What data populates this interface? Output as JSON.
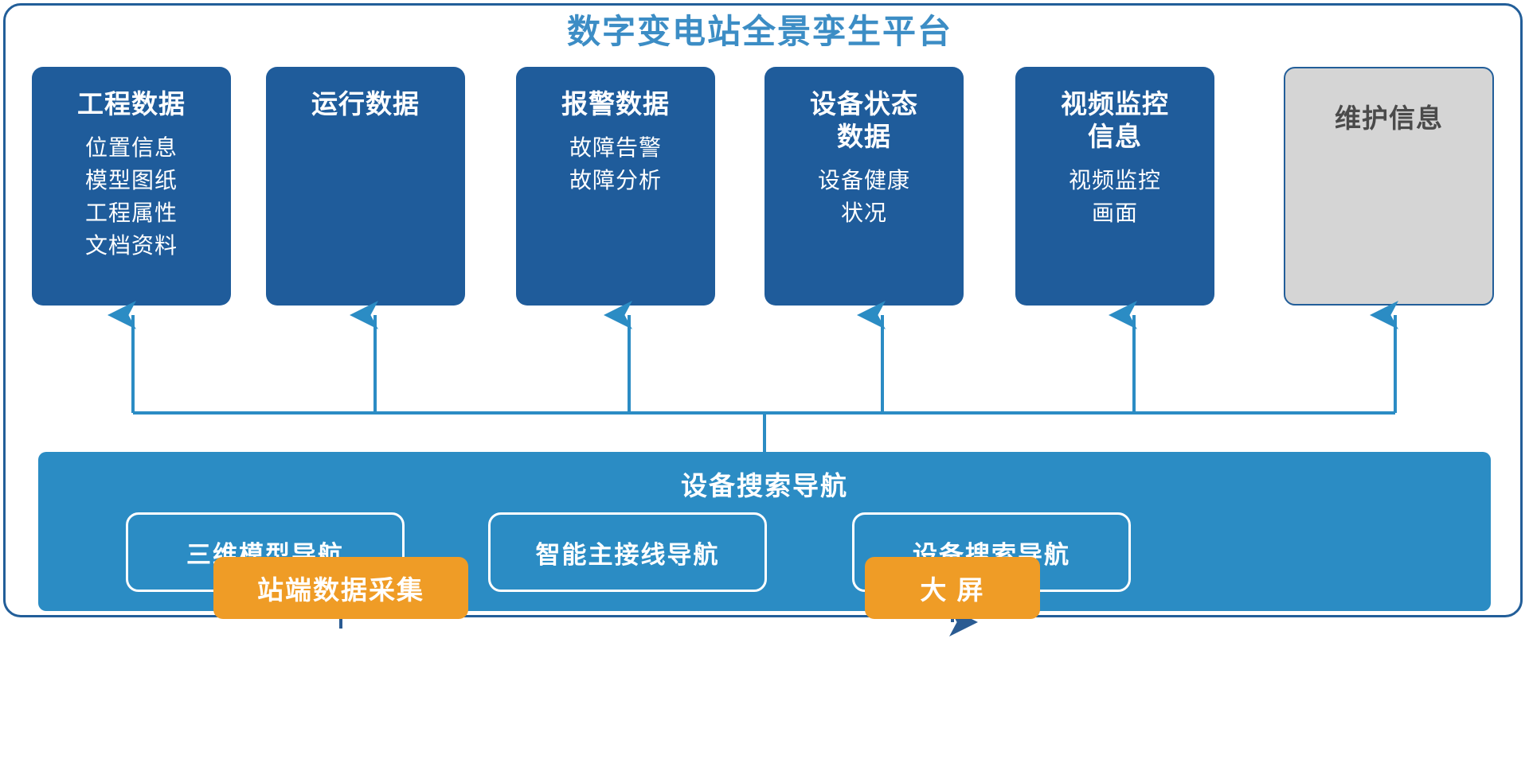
{
  "title": "数字变电站全景孪生平台",
  "colors": {
    "frame_border": "#225E99",
    "title_text": "#3C8DC5",
    "card_blue": "#1F5C9B",
    "card_gray": "#D5D5D5",
    "nav_bar_blue": "#2B8CC4",
    "orange": "#EF9C26",
    "arrow_blue": "#2B8CC4",
    "arrow_dark_blue": "#2A5B92"
  },
  "cards": [
    {
      "title": "工程数据",
      "items": [
        "位置信息",
        "模型图纸",
        "工程属性",
        "文档资料"
      ],
      "style": "blue"
    },
    {
      "title": "运行数据",
      "items": [],
      "style": "blue"
    },
    {
      "title": "报警数据",
      "items": [
        "故障告警",
        "故障分析"
      ],
      "style": "blue"
    },
    {
      "title": "设备状态\n数据",
      "items": [
        "设备健康",
        "状况"
      ],
      "style": "blue"
    },
    {
      "title": "视频监控\n信息",
      "items": [
        "视频监控",
        "画面"
      ],
      "style": "blue"
    },
    {
      "title": "维护信息",
      "items": [],
      "style": "gray"
    }
  ],
  "nav_bar": {
    "title": "设备搜索导航",
    "pills": [
      "三维模型导航",
      "智能主接线导航",
      "设备搜索导航"
    ]
  },
  "external_boxes": [
    {
      "label": "站端数据采集",
      "direction": "up"
    },
    {
      "label": "大 屏",
      "direction": "down"
    }
  ]
}
